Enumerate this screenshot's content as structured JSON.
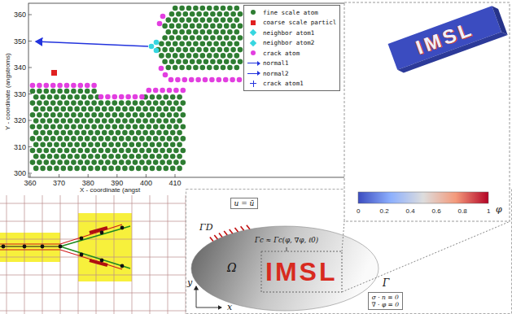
{
  "diagram": {
    "nodes": [
      {
        "text": [
          "u = ū"
        ]
      },
      {
        "text": [
          "σ · n = 0",
          "∇ · φ = 0"
        ]
      }
    ],
    "labels": [
      "360",
      "350",
      "340",
      "330",
      "320",
      "310",
      "300",
      "360",
      "370",
      "380",
      "390",
      "400",
      "410",
      "Y - coordinate (angstroms)",
      "X - coordinate (angst",
      "ΓD",
      "Ω",
      "Γc ≈ Γc(φ, ∇φ, ℓ0)",
      "IMSL",
      "IMSL",
      "0",
      "0.2",
      "0.4",
      "0.6",
      "0.8",
      "1",
      "φ",
      "Γ",
      "y",
      "x"
    ],
    "legend": [
      {
        "text": "fine scale atom",
        "color": "#2e7d32"
      },
      {
        "text": "coarse scale particl",
        "color": "#e02020"
      },
      {
        "text": "neighbor atom1",
        "color": "#36d6e0"
      },
      {
        "text": "neighbor atom2",
        "color": "#36d6e0"
      },
      {
        "text": "crack atom",
        "color": "#e23ee0"
      },
      {
        "text": "normal1"
      },
      {
        "text": "normal2"
      },
      {
        "text": "crack atom1"
      }
    ]
  }
}
